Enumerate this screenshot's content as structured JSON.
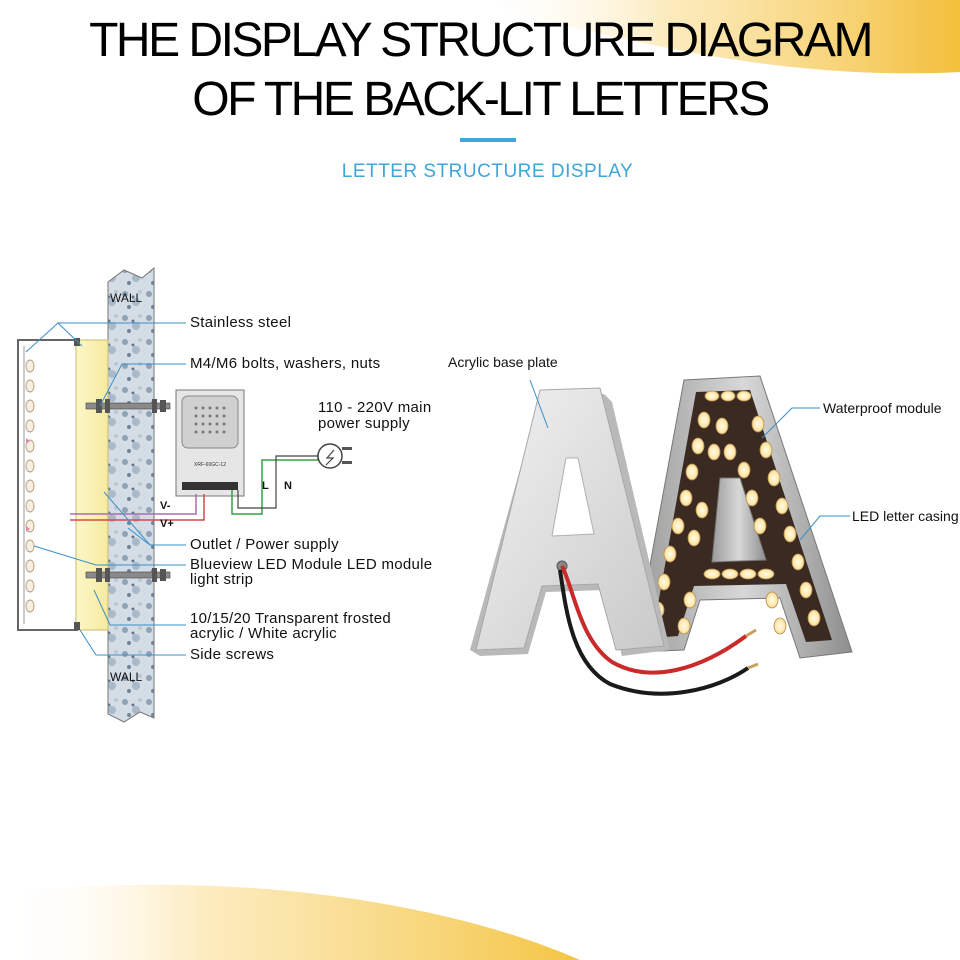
{
  "title": {
    "line1": "THE DISPLAY STRUCTURE DIAGRAM",
    "line2": "OF THE BACK-LIT LETTERS"
  },
  "subtitle": "LETTER STRUCTURE DISPLAY",
  "left_diagram": {
    "wall_top": "WALL",
    "wall_bottom": "WALL",
    "v_minus": "V-",
    "v_plus": "V+",
    "l": "L",
    "n": "N",
    "psu_label": "XRF-60GC-12",
    "labels": {
      "stainless": "Stainless steel",
      "bolts": "M4/M6 bolts, washers, nuts",
      "power_line1": "110 - 220V main",
      "power_line2": "power supply",
      "outlet": "Outlet / Power supply",
      "module_line1": "Blueview LED Module LED module",
      "module_line2": "light strip",
      "acrylic_line1": "10/15/20 Transparent frosted",
      "acrylic_line2": "acrylic / White acrylic",
      "screws": "Side screws"
    }
  },
  "right_diagram": {
    "labels": {
      "acrylic_base": "Acrylic base plate",
      "waterproof": "Waterproof module",
      "casing": "LED letter casing"
    }
  },
  "colors": {
    "accent": "#3ea6d8",
    "swoosh": "#f6c74a",
    "leader": "#3a8fc6"
  }
}
